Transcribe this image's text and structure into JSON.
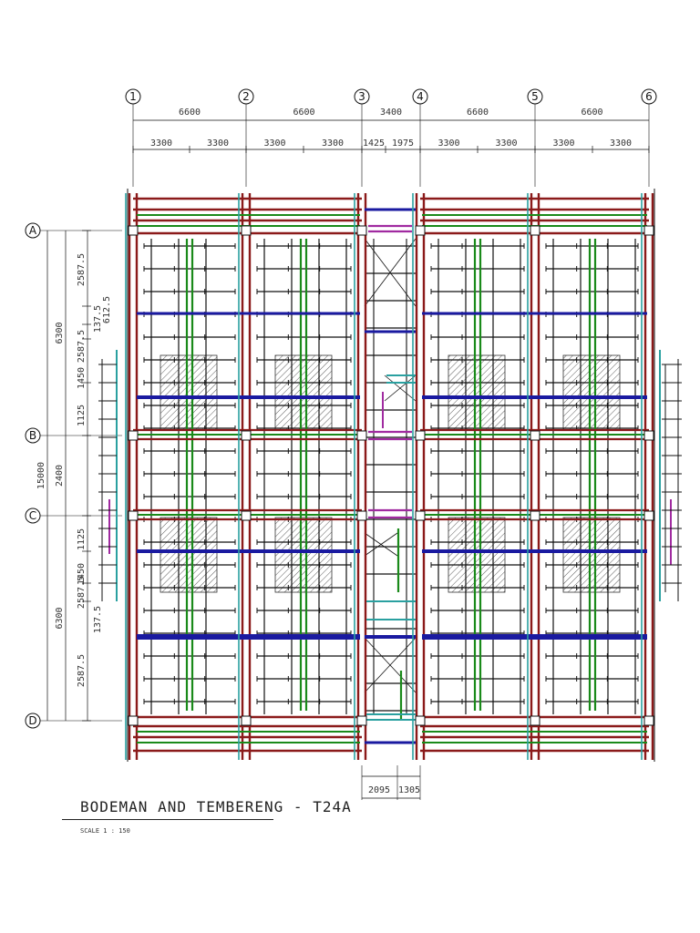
{
  "drawing": {
    "title": "BODEMAN AND TEMBERENG - T24A",
    "scale_label": "SCALE 1 : 150"
  },
  "grid_columns": [
    {
      "label": "1"
    },
    {
      "label": "2"
    },
    {
      "label": "3"
    },
    {
      "label": "4"
    },
    {
      "label": "5"
    },
    {
      "label": "6"
    }
  ],
  "grid_rows": [
    {
      "label": "A"
    },
    {
      "label": "B"
    },
    {
      "label": "C"
    },
    {
      "label": "D"
    }
  ],
  "top_dims_major": [
    "6600",
    "6600",
    "3400",
    "6600",
    "6600"
  ],
  "top_dims_minor": [
    "3300",
    "3300",
    "3300",
    "3300",
    "1425",
    "1975",
    "3300",
    "3300",
    "3300",
    "3300"
  ],
  "left_dims_major": [
    "6300",
    "2400",
    "6300"
  ],
  "left_dims_total": "15000",
  "left_dims_minor_top": [
    "2587.5",
    "2587.5",
    "1450",
    "1125"
  ],
  "left_dims_minor_small": [
    "137.5",
    "612.5"
  ],
  "left_dims_minor_bottom": [
    "1125",
    "1450",
    "2587.5",
    "2587.5"
  ],
  "left_dims_minor_small_bottom": [
    "137.5"
  ],
  "bottom_dims": [
    "2095",
    "1305"
  ],
  "colors": {
    "red_beam": "#8b1a1a",
    "blue_beam": "#1a1aa0",
    "green_beam": "#1a8a1a",
    "cyan_beam": "#2aa0a0",
    "purple_beam": "#a02aa0",
    "line": "#111111"
  }
}
